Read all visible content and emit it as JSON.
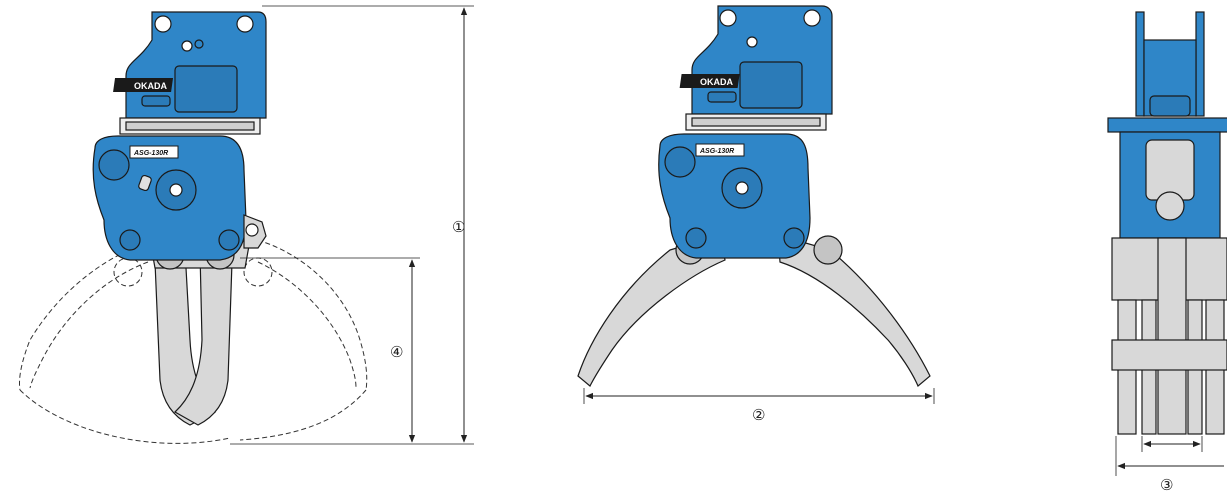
{
  "brand": "OKADA",
  "model": "ASG-130R",
  "colors": {
    "body_blue": "#2f86c8",
    "body_blue_dark": "#1e5f95",
    "tine_grey": "#d8d8d8",
    "outline": "#1a1a1a",
    "dim_line": "#222222"
  },
  "dimensions": {
    "height_full": "①",
    "open_width": "②",
    "side_width": "③",
    "tine_height": "④"
  },
  "views": [
    "front-closed",
    "front-open",
    "side"
  ]
}
